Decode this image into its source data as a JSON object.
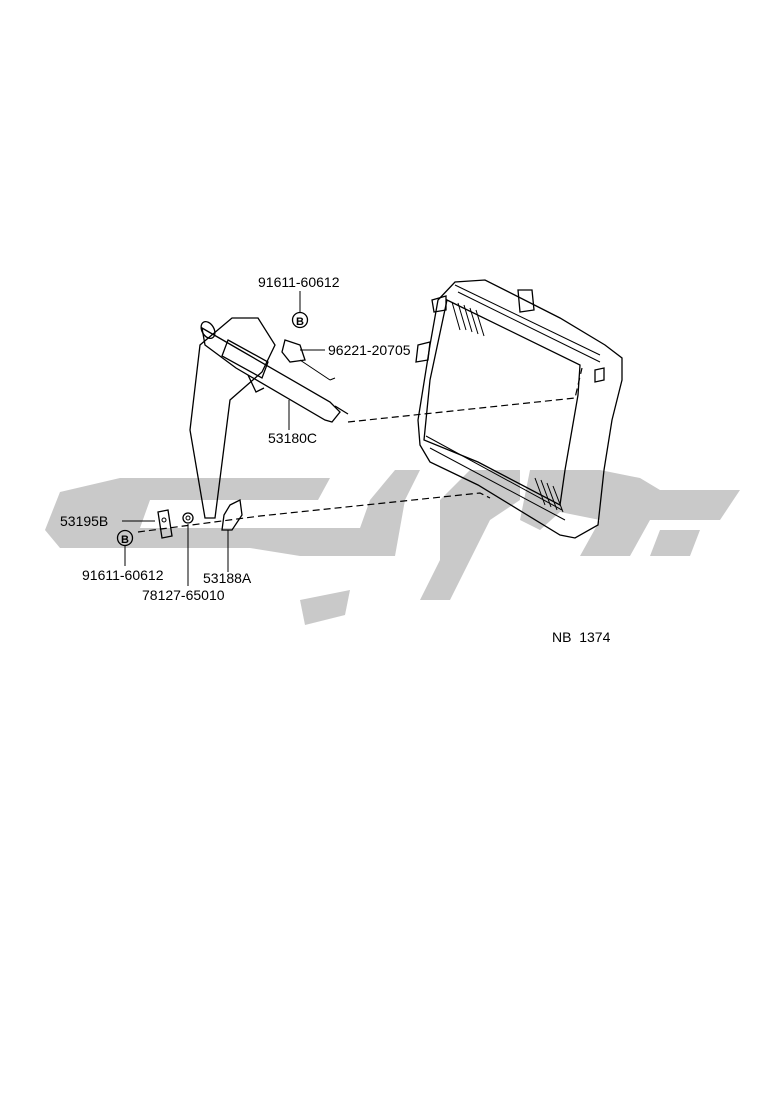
{
  "diagram": {
    "parts": [
      {
        "id": "p1",
        "label": "91611-60612",
        "marker": "B"
      },
      {
        "id": "p2",
        "label": "96221-20705"
      },
      {
        "id": "p3",
        "label": "53180C"
      },
      {
        "id": "p4",
        "label": "53195B"
      },
      {
        "id": "p5",
        "label": "91611-60612",
        "marker": "B"
      },
      {
        "id": "p6",
        "label": "78127-65010"
      },
      {
        "id": "p7",
        "label": "53188A"
      }
    ],
    "figure_code": "NB  1374",
    "watermark_color": "#c9c9c9",
    "line_color": "#000000"
  }
}
